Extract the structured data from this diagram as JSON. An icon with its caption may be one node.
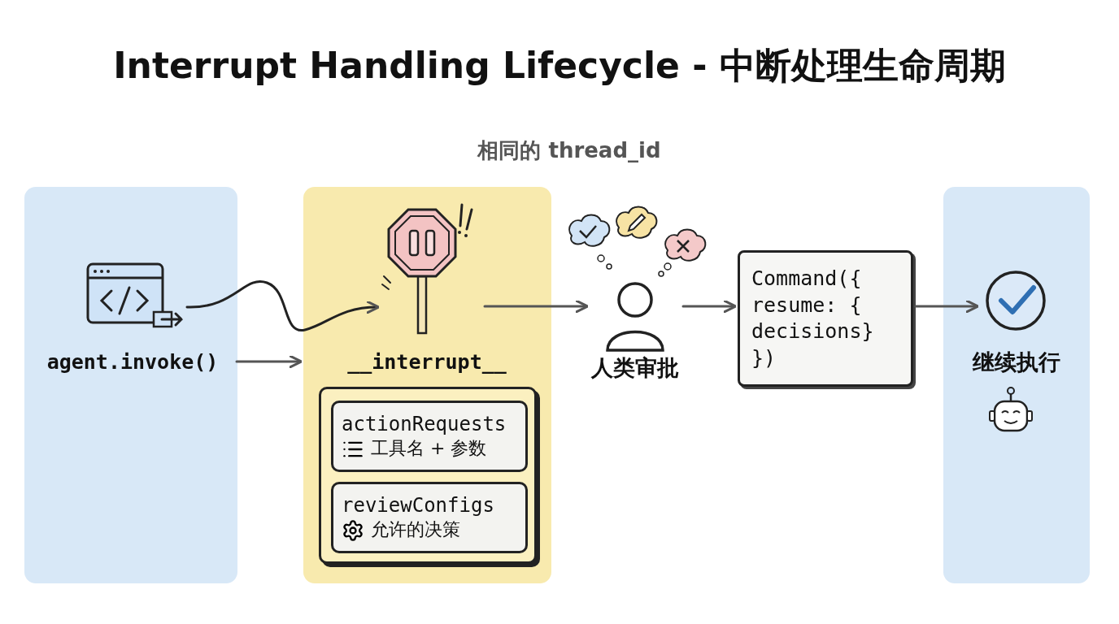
{
  "diagram": {
    "title": "Interrupt Handling Lifecycle - 中断处理生命周期",
    "nodes": [
      {
        "text": [],
        "shape": "box"
      },
      {
        "text": [],
        "shape": "picture",
        "in": 0
      },
      {
        "text": [
          "agent.invoke()"
        ],
        "in": 0
      },
      {
        "text": [],
        "shape": "box"
      },
      {
        "text": [],
        "shape": "picture",
        "in": 3
      },
      {
        "text": [
          "__interrupt__"
        ],
        "in": 3
      },
      {
        "text": [],
        "shape": "box",
        "in": 3
      },
      {
        "text": [
          "actionRequests",
          "工具名 + 参数"
        ],
        "in": 6
      },
      {
        "text": [
          "reviewConfigs",
          "允许的决策"
        ],
        "in": 6
      },
      {
        "text": [
          "人类审批"
        ]
      },
      {
        "text": [
          "Command({ resume: { decisions} })"
        ]
      },
      {
        "text": [],
        "shape": "box"
      },
      {
        "text": [],
        "shape": "picture",
        "in": 11
      },
      {
        "text": [
          "继续执行"
        ],
        "in": 11
      }
    ],
    "edges": [
      {
        "from": 1,
        "to": 4,
        "arrow": "to"
      },
      {
        "from": 2,
        "to": 3,
        "arrow": "to"
      },
      {
        "from": 4,
        "to": 9,
        "arrow": "to"
      },
      {
        "from": 9,
        "to": 10,
        "arrow": "to"
      },
      {
        "from": 10,
        "to": 12,
        "arrow": "to"
      }
    ],
    "labels": [
      "相同的 thread_id"
    ]
  }
}
